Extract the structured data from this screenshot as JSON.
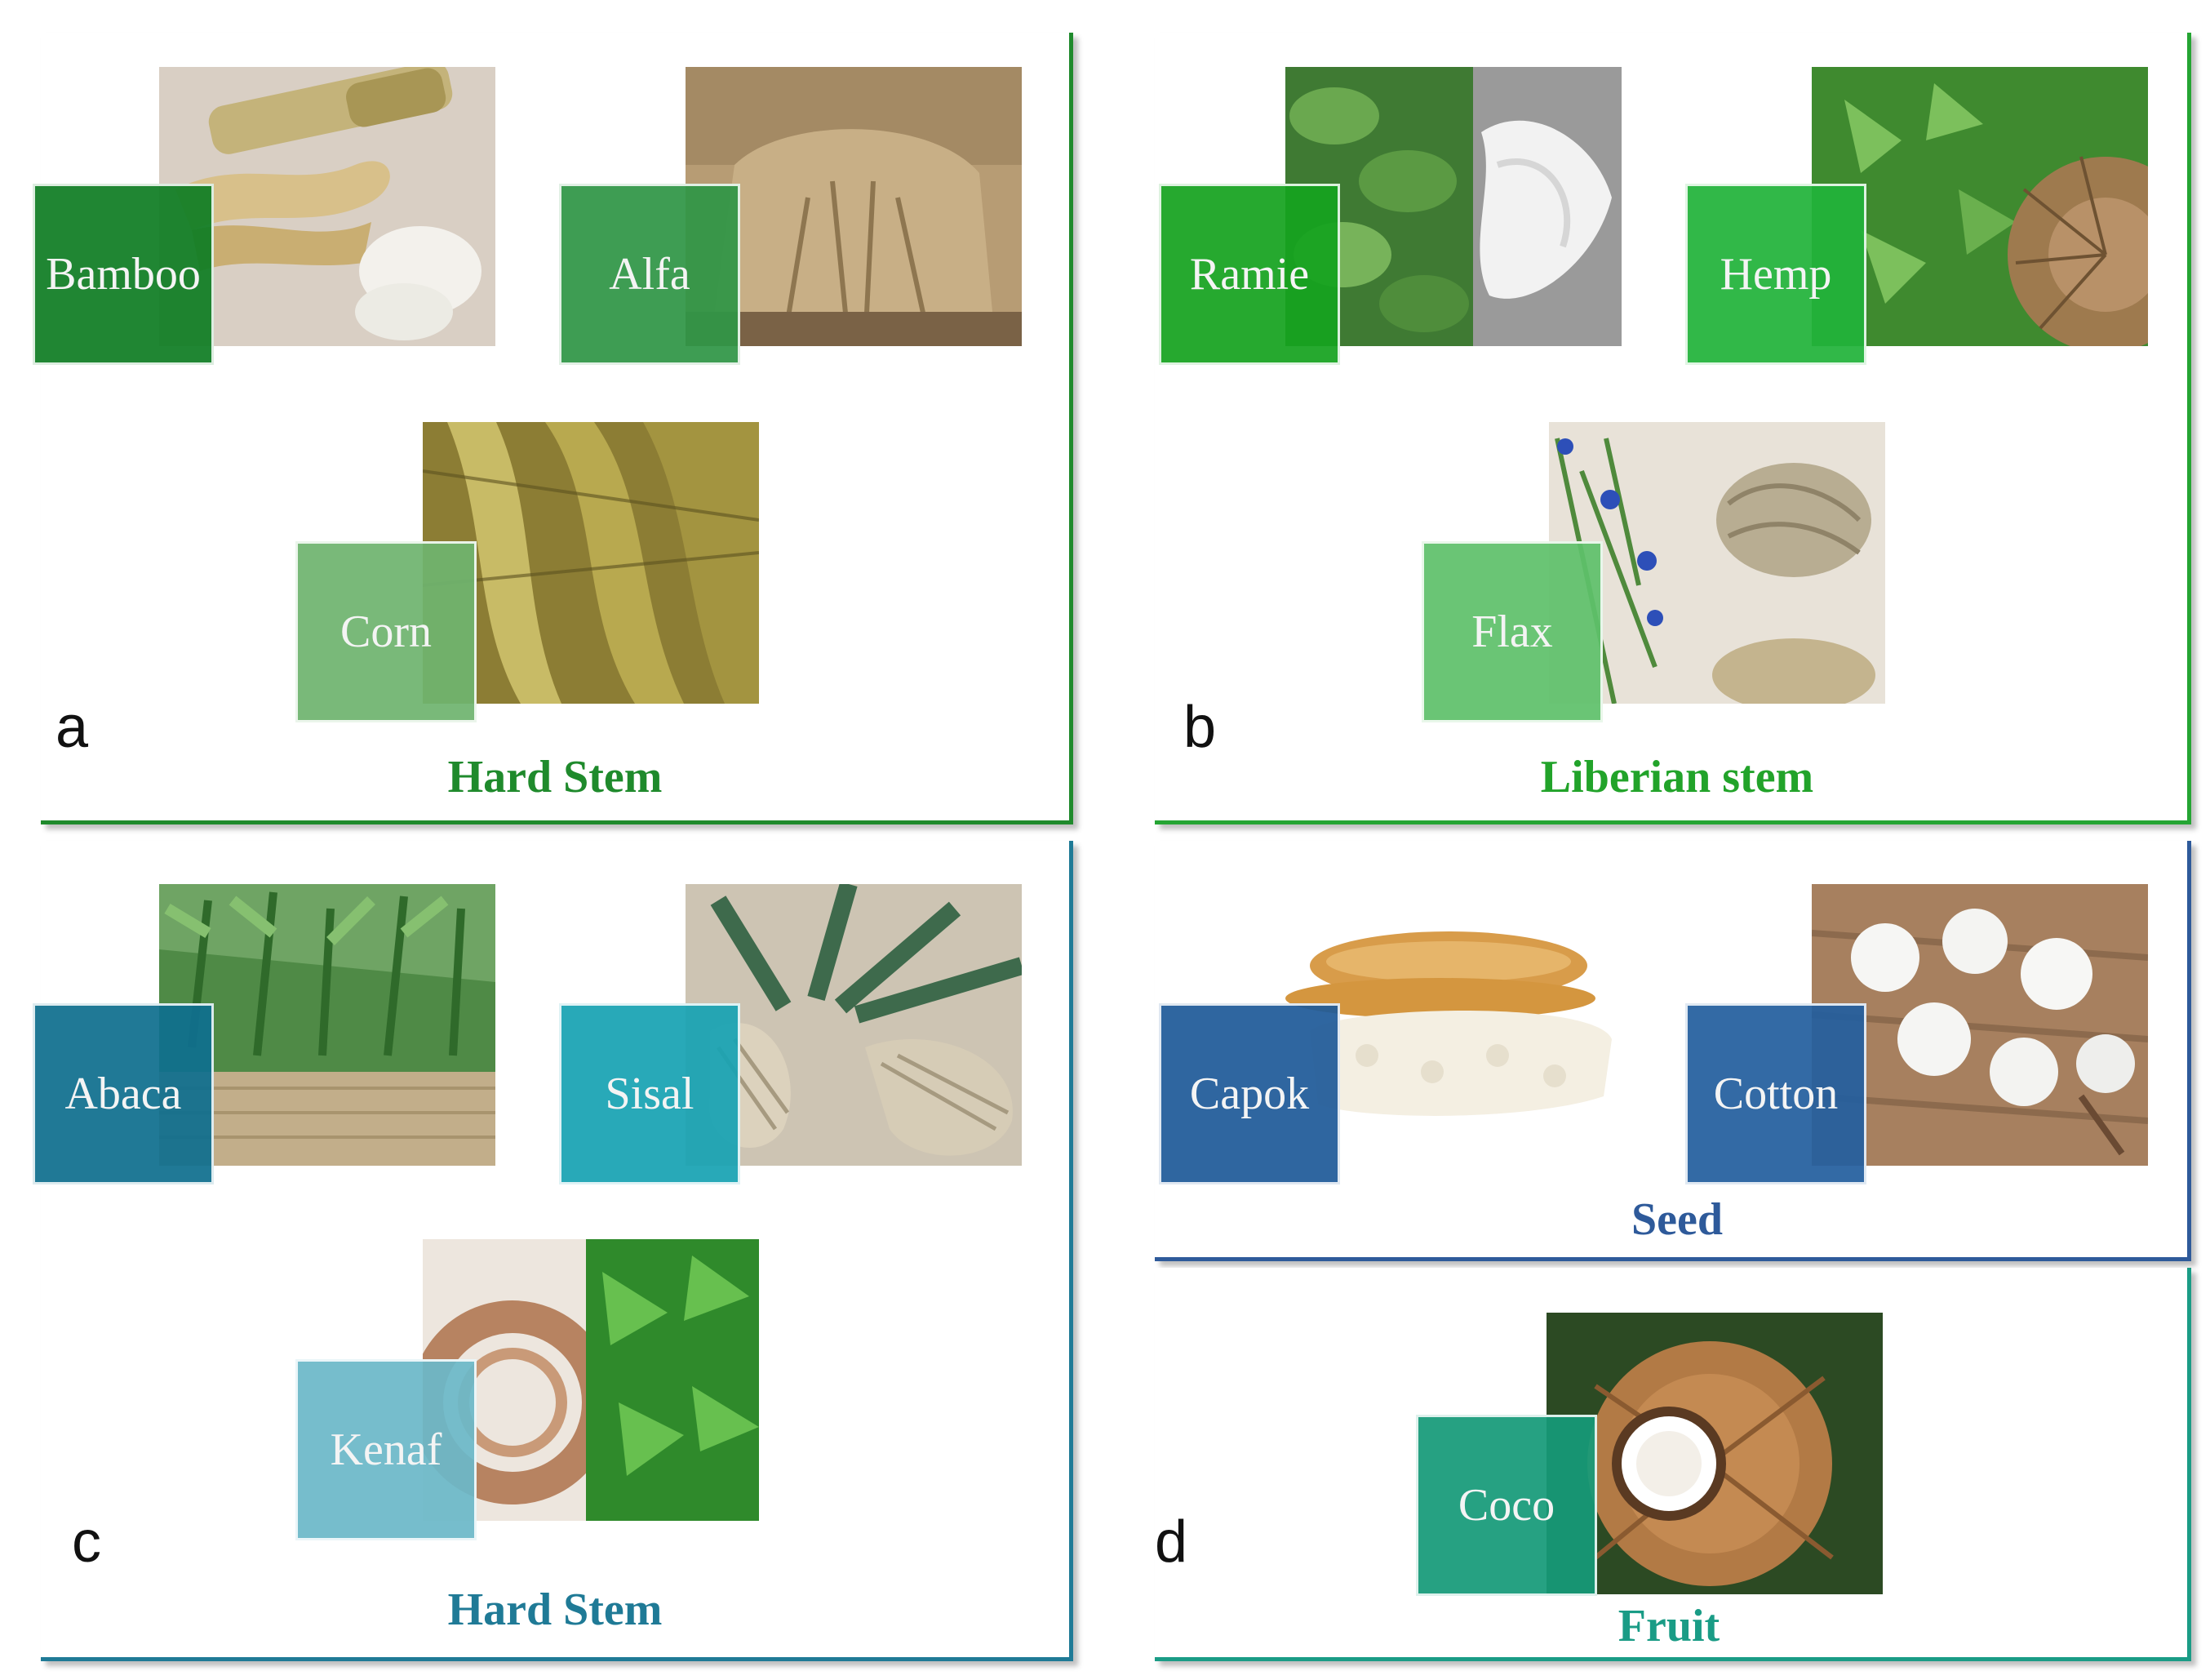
{
  "panels": {
    "a": {
      "letter": "a",
      "caption": "Hard Stem",
      "caption_color": "#1f8a2c",
      "items": [
        "Bamboo",
        "Alfa",
        "Corn"
      ]
    },
    "b": {
      "letter": "b",
      "caption": "Liberian stem",
      "caption_color": "#22a32a",
      "items": [
        "Ramie",
        "Hemp",
        "Flax"
      ]
    },
    "c": {
      "letter": "c",
      "caption": "Hard Stem",
      "caption_color": "#1f7a96",
      "items": [
        "Abaca",
        "Sisal",
        "Kenaf"
      ]
    },
    "seed": {
      "caption": "Seed",
      "caption_color": "#2e5a9a",
      "items": [
        "Capok",
        "Cotton"
      ]
    },
    "d": {
      "letter": "d",
      "caption": "Fruit",
      "caption_color": "#1a9c86",
      "items": [
        "Coco"
      ]
    }
  },
  "tile_colors": {
    "bamboo": "#0f7d23",
    "alfa": "#2f9646",
    "corn": "#6fb46f",
    "ramie": "#15a31f",
    "hemp": "#21b33a",
    "flax": "#5fc16a",
    "abaca": "#0f6f8e",
    "sisal": "#18a3b3",
    "kenaf": "#6cb8c8",
    "capok": "#1f5a99",
    "cotton": "#245f9e",
    "coco": "#159a78"
  }
}
